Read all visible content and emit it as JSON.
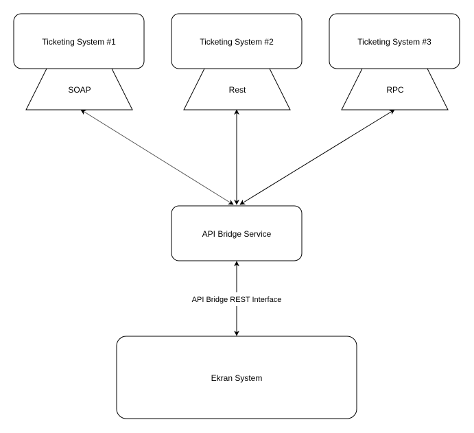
{
  "systems": [
    {
      "name": "Ticketing System #1",
      "protocol": "SOAP"
    },
    {
      "name": "Ticketing System #2",
      "protocol": "Rest"
    },
    {
      "name": "Ticketing System #3",
      "protocol": "RPC"
    }
  ],
  "bridge": {
    "label": "API Bridge Service"
  },
  "interface": {
    "label": "API Bridge REST Interface"
  },
  "client": {
    "label": "Ekran System"
  },
  "colors": {
    "stroke": "#000000",
    "fill": "#ffffff",
    "connector_1": "#555555"
  }
}
